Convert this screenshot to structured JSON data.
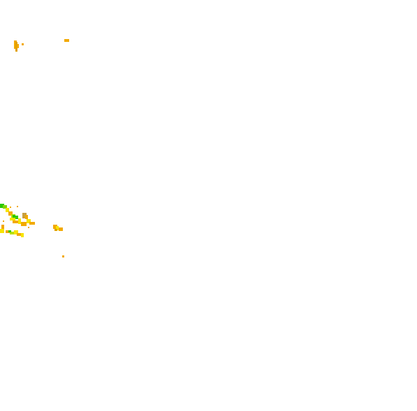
{
  "map": {
    "background_color": "#ffffff",
    "legend_colors": {
      "orange": "#f2a900",
      "amber": "#e0a000",
      "yellow": "#f7e400",
      "lime": "#b8e000",
      "green": "#28c800",
      "olive": "#c8a040"
    },
    "patches": [
      {
        "name": "patch-north-west",
        "color_key": "orange"
      },
      {
        "name": "patch-north-center",
        "color_key": "orange"
      },
      {
        "name": "patch-cluster-main",
        "color_key": "yellow"
      },
      {
        "name": "patch-cluster-green",
        "color_key": "green"
      },
      {
        "name": "patch-cluster-east",
        "color_key": "orange"
      },
      {
        "name": "patch-speck",
        "color_key": "orange"
      }
    ]
  }
}
